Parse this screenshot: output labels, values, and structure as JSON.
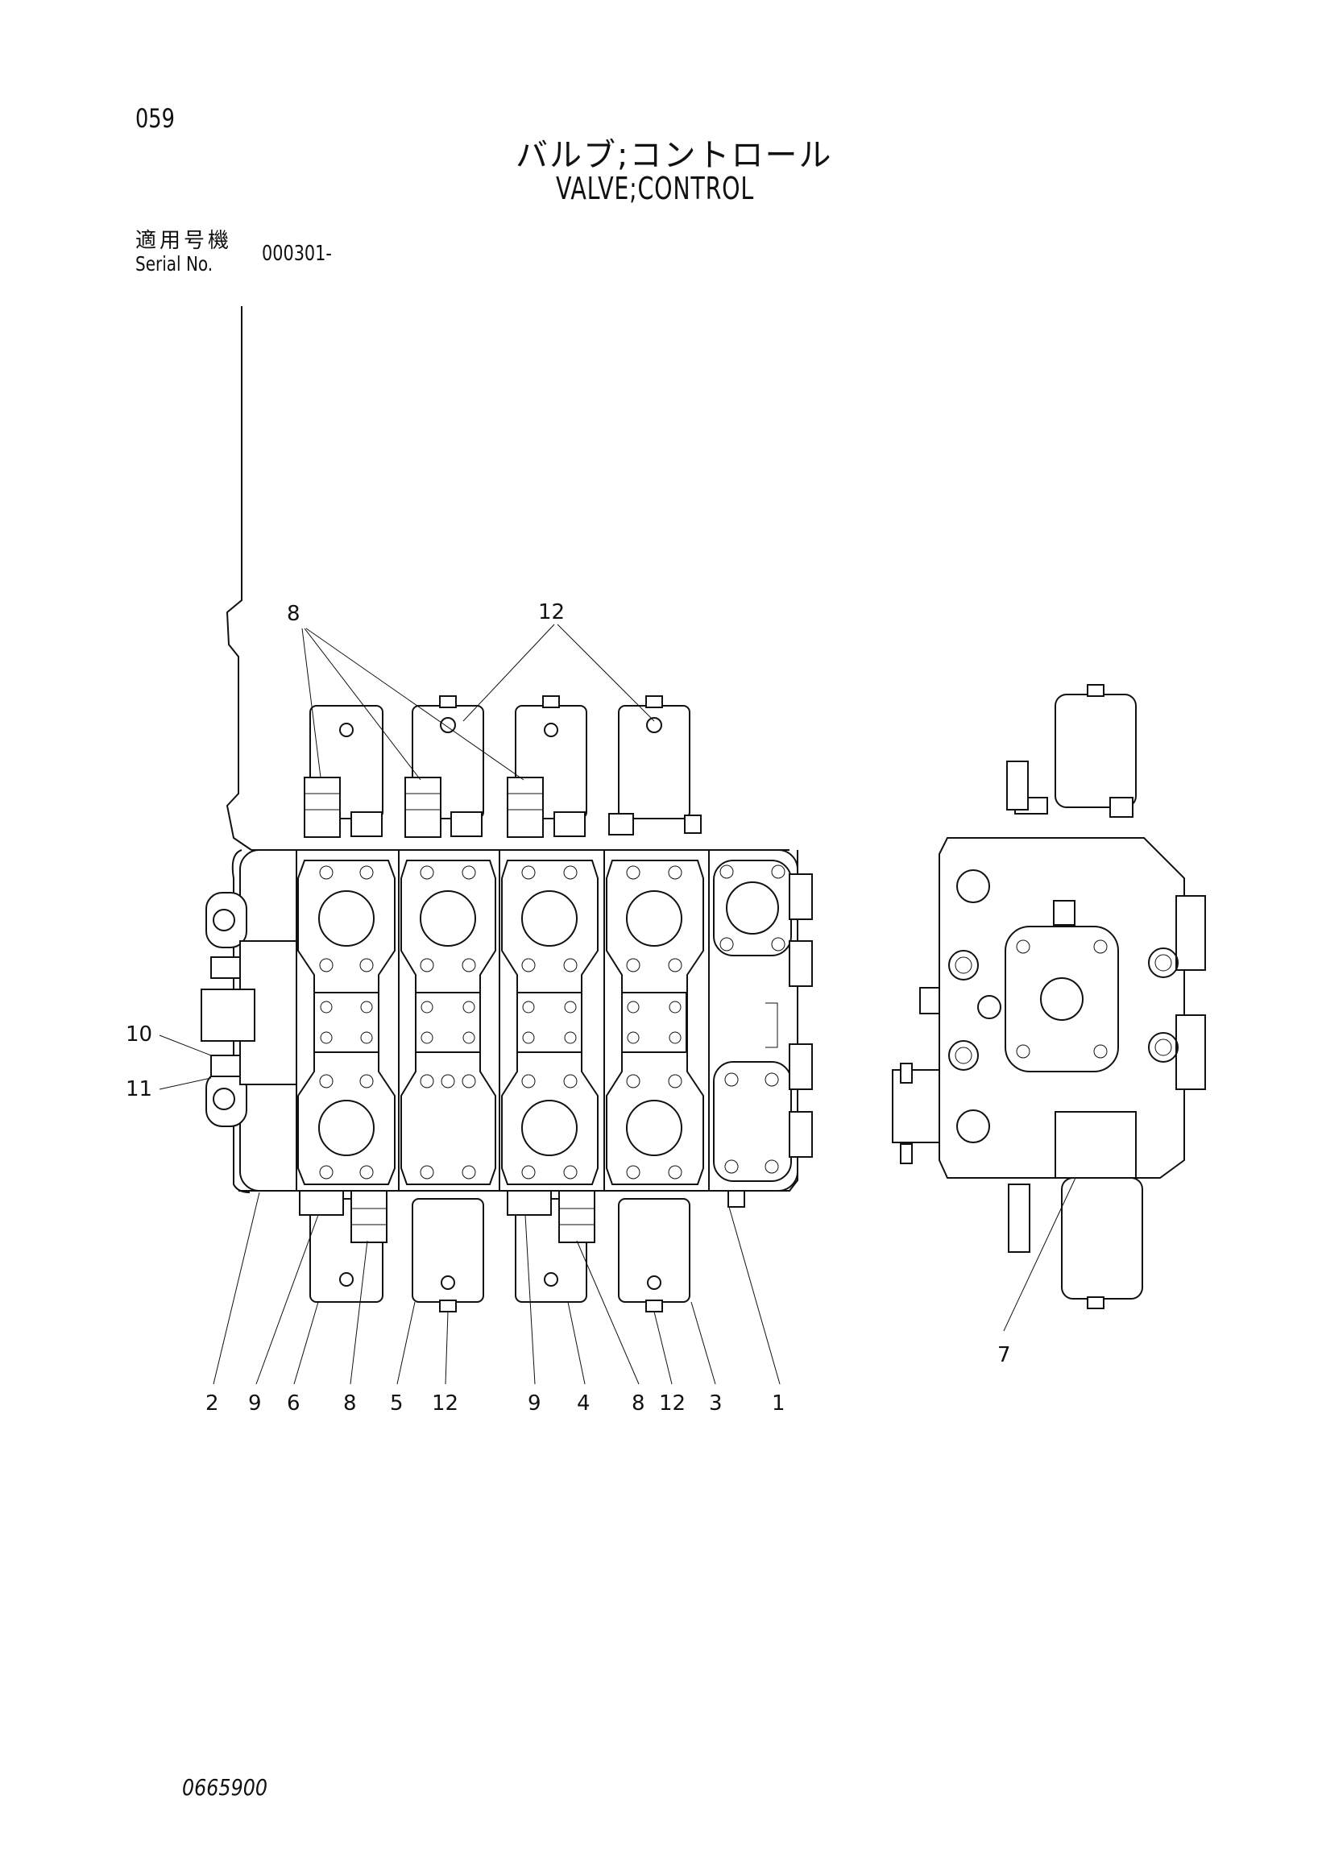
{
  "header": {
    "page_number": "059",
    "title_jp": "バルブ;コントロール",
    "title_en": "VALVE;CONTROL"
  },
  "serial": {
    "label_jp": "適用号機",
    "label_en": "Serial No.",
    "value": "000301-"
  },
  "callouts": {
    "top_8": "8",
    "top_12": "12",
    "left_10": "10",
    "left_11": "11",
    "side_7": "7",
    "bottom": [
      "2",
      "9",
      "6",
      "8",
      "5",
      "12",
      "9",
      "4",
      "8",
      "12",
      "3",
      "1"
    ]
  },
  "footer": {
    "drawing_number": "0665900"
  }
}
